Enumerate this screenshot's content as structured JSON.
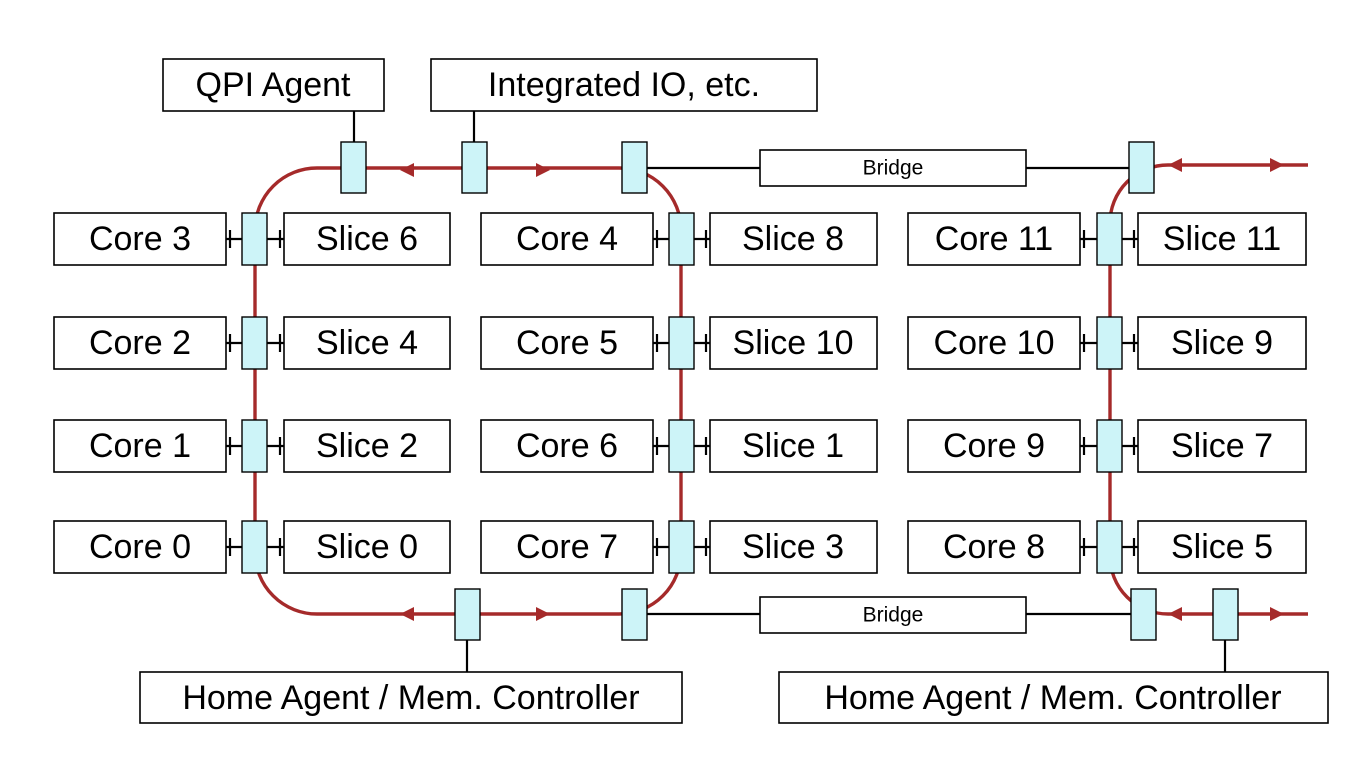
{
  "top_components": {
    "qpi_agent": "QPI Agent",
    "integrated_io": "Integrated IO, etc."
  },
  "bridges": {
    "top": "Bridge",
    "bottom": "Bridge"
  },
  "bottom_components": {
    "home_agent_left": "Home Agent / Mem. Controller",
    "home_agent_right": "Home Agent / Mem. Controller"
  },
  "columns": [
    {
      "name": "left",
      "rows": [
        {
          "core": "Core 3",
          "slice": "Slice 6"
        },
        {
          "core": "Core 2",
          "slice": "Slice 4"
        },
        {
          "core": "Core 1",
          "slice": "Slice 2"
        },
        {
          "core": "Core 0",
          "slice": "Slice 0"
        }
      ]
    },
    {
      "name": "middle",
      "rows": [
        {
          "core": "Core 4",
          "slice": "Slice 8"
        },
        {
          "core": "Core 5",
          "slice": "Slice 10"
        },
        {
          "core": "Core 6",
          "slice": "Slice 1"
        },
        {
          "core": "Core 7",
          "slice": "Slice 3"
        }
      ]
    },
    {
      "name": "right",
      "rows": [
        {
          "core": "Core 11",
          "slice": "Slice 11"
        },
        {
          "core": "Core 10",
          "slice": "Slice 9"
        },
        {
          "core": "Core 9",
          "slice": "Slice 7"
        },
        {
          "core": "Core 8",
          "slice": "Slice 5"
        }
      ]
    }
  ],
  "colors": {
    "ring": "#a52a2a",
    "ring_stop": "#cdf4f8",
    "outline": "#000000"
  }
}
